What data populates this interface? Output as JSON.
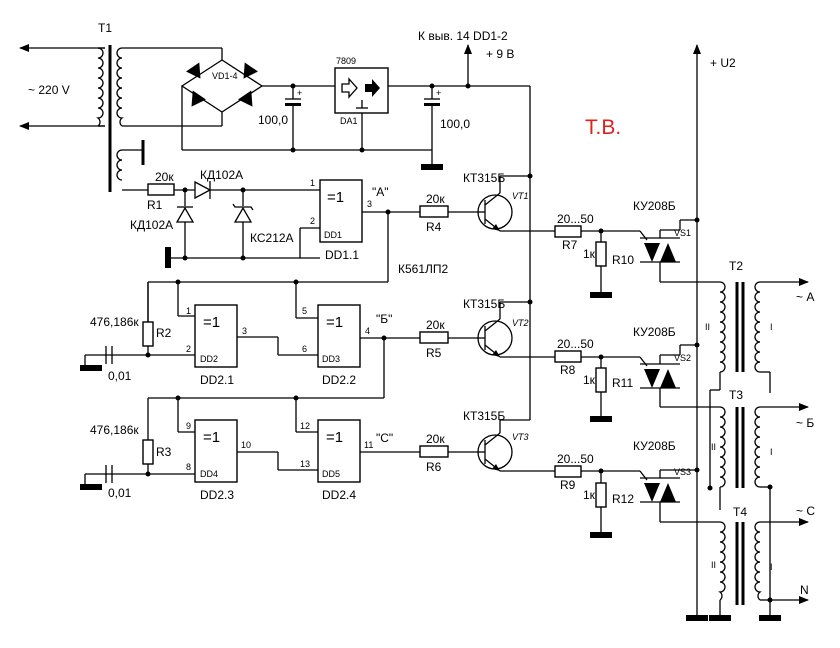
{
  "colors": {
    "accent": "#e0201b",
    "line": "#000000"
  },
  "labels": {
    "author": "Т.В.",
    "t1": "T1",
    "mains": "~ 220 V",
    "bridge": "VD1-4",
    "reg": "7809",
    "reg_name": "DA1",
    "cap_in": "100,0",
    "cap_out": "100,0",
    "vcc_note": "К выв. 14 DD1-2",
    "vcc": "+ 9 В",
    "u2": "+ U2",
    "r1_val": "20к",
    "r1": "R1",
    "d1": "КД102А",
    "d2": "КД102А",
    "zener": "КС212А",
    "dd11_p1": "1",
    "dd11_p2": "2",
    "dd11_p3": "3",
    "dd11_sym": "=1",
    "dd11_small": "DD1",
    "dd11": "DD1.1",
    "sig_a": "\"А\"",
    "sig_b": "\"Б\"",
    "sig_c": "\"С\"",
    "r4_val": "20к",
    "r4": "R4",
    "r5_val": "20к",
    "r5": "R5",
    "r6_val": "20к",
    "r6": "R6",
    "chip": "К561ЛП2",
    "vt1_type": "КТ315Б",
    "vt1": "VT1",
    "vt2_type": "КТ315Б",
    "vt2": "VT2",
    "vt3_type": "КТ315Б",
    "vt3": "VT3",
    "r7_val": "20...50",
    "r7": "R7",
    "r8_val": "20...50",
    "r8": "R8",
    "r9_val": "20...50",
    "r9": "R9",
    "r10_val": "1к",
    "r10": "R10",
    "r11_val": "1к",
    "r11": "R11",
    "r12_val": "1к",
    "r12": "R12",
    "vs1_type": "КУ208Б",
    "vs1": "VS1",
    "vs2_type": "КУ208Б",
    "vs2": "VS2",
    "vs3_type": "КУ208Б",
    "vs3": "VS3",
    "t2": "T2",
    "t3": "T3",
    "t4": "T4",
    "wind2": "II",
    "wind1": "I",
    "out_a": "~ А",
    "out_b": "~ Б",
    "out_c": "~ С",
    "out_n": "N",
    "r2_val": "476,186к",
    "r2": "R2",
    "c2": "0,01",
    "r3_val": "476,186к",
    "r3": "R3",
    "c3": "0,01",
    "dd21": "DD2.1",
    "dd22": "DD2.2",
    "dd23": "DD2.3",
    "dd24": "DD2.4",
    "dd2_small": "DD2",
    "dd3_small": "DD3",
    "dd4_small": "DD4",
    "dd5_small": "DD5",
    "p1": "1",
    "p2": "2",
    "p3": "3",
    "p4": "4",
    "p5": "5",
    "p6": "6",
    "p8": "8",
    "p9": "9",
    "p10": "10",
    "p11": "11",
    "p12": "12",
    "p13": "13"
  }
}
